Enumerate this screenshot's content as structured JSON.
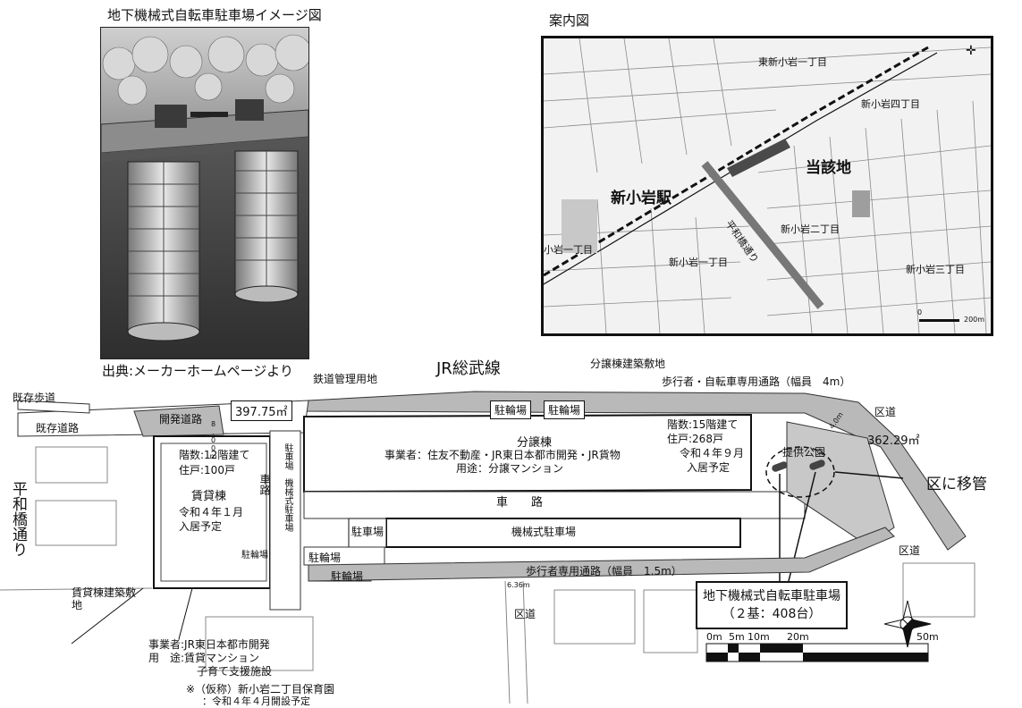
{
  "titles": {
    "image_title": "地下機械式自転車駐車場イメージ図",
    "map_title": "案内図",
    "credit": "出典:メーカーホームページより"
  },
  "map": {
    "east_shinkoiwa_1": "東新小岩一丁目",
    "shinkoiwa_4": "新小岩四丁目",
    "site": "当該地",
    "station": "新小岩駅",
    "hirawa_road": "平和橋通り",
    "shinkoiwa_2": "新小岩二丁目",
    "koiwa_1_left": "小岩一丁目",
    "shinkoiwa_1": "新小岩一丁目",
    "shinkoiwa_3": "新小岩三丁目",
    "scale_zero": "0",
    "scale_end": "200m"
  },
  "plan": {
    "line_name": "JR総武線",
    "sale_site": "分譲棟建築敷地",
    "rail_land": "鉄道管理用地",
    "ped_bike_path": "歩行者・自転車専用通路（幅員　4m）",
    "existing_sidewalk": "既存歩道",
    "existing_road": "既存道路",
    "dev_road": "開発道路",
    "area_1": "397.75㎡",
    "bike_parking_1": "駐輪場",
    "bike_parking_2": "駐輪場",
    "ward_road_top": "区道",
    "area_2": "362.29㎡",
    "park": "提供公園",
    "transfer": "区に移管",
    "sale_floors": "階数:15階建て",
    "sale_units": "住戸:268戸",
    "sale_move": "令和４年９月",
    "sale_move2": "入居予定",
    "sale_name": "分譲棟",
    "sale_operator": "事業者：住友不動産・JR東日本都市開発・JR貨物",
    "sale_use": "用途：分譲マンション",
    "rent_floors": "階数:12階建て",
    "rent_units": "住戸:100戸",
    "rent_name": "賃貸棟",
    "rent_move": "令和４年１月",
    "rent_move2": "入居予定",
    "car_road_v": "車路",
    "car_road_h": "車　　路",
    "car_parking_small": "駐車場",
    "mech_car_parking_v": "機械式駐車場",
    "car_parking_box": "駐車場",
    "mech_car_parking": "機械式駐車場",
    "bike_a": "駐輪場",
    "bike_b": "駐輪場",
    "bike_c": "駐輪場",
    "ward_road_right": "区道",
    "ped_path": "歩行者専用通路（幅員　1.5m）",
    "ward_road_bottom": "区道",
    "hirawa_left": "平和橋通り",
    "rent_site": "賃貸棟建築敷地",
    "rent_operator": "事業者:JR東日本都市開発",
    "rent_use": "用　途:賃貸マンション",
    "rent_use2": "子育て支援施設",
    "nursery": "※（仮称）新小岩二丁目保育園",
    "nursery_open": "：令和４年４月開設予定",
    "width_label_1": "6.36m",
    "width_label_2": "8.00m",
    "width_label_3": "4.0m"
  },
  "legend": {
    "line1": "地下機械式自転車駐車場",
    "line2": "（２基：408台）"
  },
  "scale": {
    "m0": "0m",
    "m5": "5m",
    "m10": "10m",
    "m20": "20m",
    "m50": "50m"
  },
  "colors": {
    "road_gray": "#b9b9b9",
    "dark_gray": "#555555",
    "site_dark": "#4a4a4a"
  }
}
